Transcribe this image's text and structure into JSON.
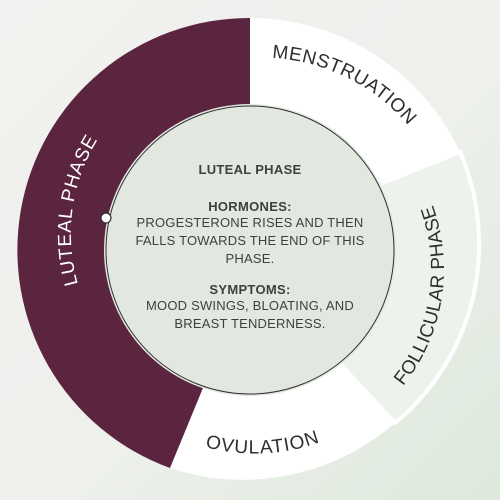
{
  "phases": [
    {
      "label": "MENSTRUATION",
      "color": "#ffffff",
      "text_color": "#2e2e2e"
    },
    {
      "label": "FOLLICULAR PHASE",
      "color": "#eef1ec",
      "text_color": "#2e2e2e"
    },
    {
      "label": "OVULATION",
      "color": "#ffffff",
      "text_color": "#2e2e2e"
    },
    {
      "label": "LUTEAL PHASE",
      "color": "#5b2540",
      "text_color": "#ffffff"
    }
  ],
  "center": {
    "title": "LUTEAL PHASE",
    "hormones_heading": "HORMONES:",
    "hormones_text": "PROGESTERONE RISES AND THEN FALLS TOWARDS THE END OF THIS PHASE.",
    "symptoms_heading": "SYMPTOMS:",
    "symptoms_text": "MOOD SWINGS, BLOATING, AND BREAST TENDERNESS."
  },
  "colors": {
    "luteal": "#5b2540",
    "inner_circle": "#e3e9e1",
    "outline": "#2f2f2f"
  }
}
